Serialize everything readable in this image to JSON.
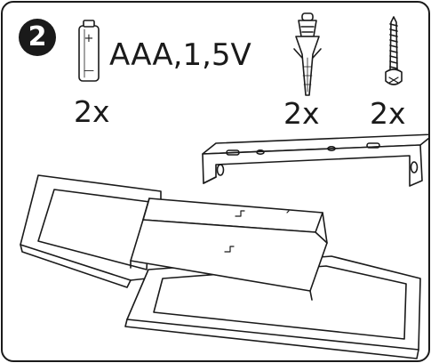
{
  "step": {
    "number": "2"
  },
  "parts": {
    "battery": {
      "spec": "AAA,1,5V",
      "qty": "2x",
      "plus": "+",
      "minus": "—"
    },
    "wall_plug": {
      "qty": "2x"
    },
    "screw": {
      "qty": "2x"
    }
  },
  "icons": [
    "battery-icon",
    "wall-plug-icon",
    "screw-icon",
    "mounting-bracket-icon",
    "lamp-fixture-icon"
  ],
  "colors": {
    "line": "#1a1a1a",
    "background": "#ffffff",
    "badge": "#1a1a1a"
  }
}
